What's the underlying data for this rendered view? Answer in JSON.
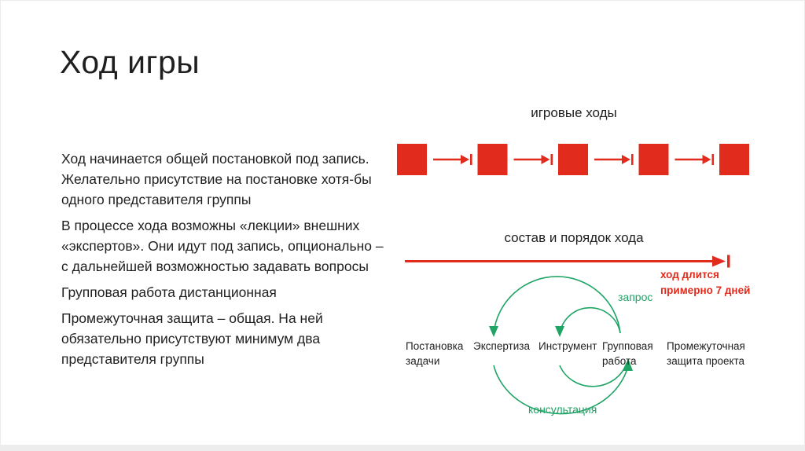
{
  "header": {
    "title": "Ход игры"
  },
  "body": {
    "paragraphs": [
      "Ход начинается общей постановкой под запись. Желательно присутствие на постановке хотя-бы одного представителя группы",
      "В процессе хода возможны «лекции» внешних «экспертов». Они идут под запись, опционально – с дальнейшей возможностью задавать вопросы",
      "Групповая работа дистанционная",
      "Промежуточная защита – общая. На ней обязательно присутствуют минимум два представителя группы"
    ]
  },
  "top_diagram": {
    "caption": "игровые ходы",
    "squares_count": 5,
    "arrows_count": 4
  },
  "bottom_diagram": {
    "caption": "состав и порядок хода",
    "duration_lines": [
      "ход длится",
      "примерно 7 дней"
    ],
    "stages": [
      {
        "label": "Постановка задачи"
      },
      {
        "label": "Экспертиза"
      },
      {
        "label": "Инструмент"
      },
      {
        "label": "Групповая работа"
      },
      {
        "label": "Промежуточная защита проекта"
      }
    ],
    "arrow_labels": {
      "request": "запрос",
      "consultation": "консультация"
    }
  },
  "colors": {
    "red": "#E02B1D",
    "green": "#1EA465",
    "text_dark": "#1F1F1F",
    "slide_bg": "#FFFFFF",
    "border_gray": "#ECECEC",
    "strip_gray": "#EDEDED"
  }
}
